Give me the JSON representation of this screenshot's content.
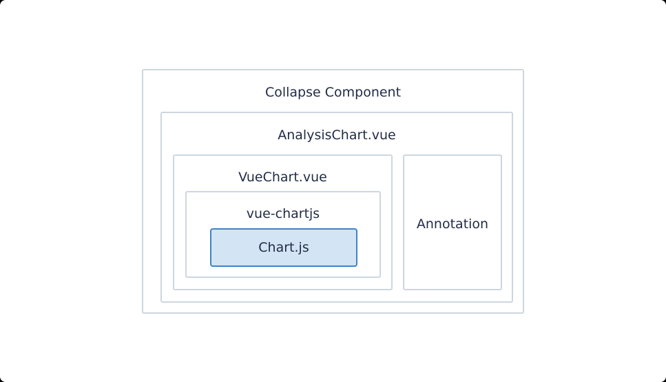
{
  "diagram": {
    "collapse_component": "Collapse Component",
    "analysis_chart": "AnalysisChart.vue",
    "vue_chart": "VueChart.vue",
    "vue_chartjs": "vue-chartjs",
    "chartjs": "Chart.js",
    "annotation": "Annotation"
  },
  "colors": {
    "box_border": "#cdd6df",
    "highlight_border": "#3d83c9",
    "highlight_fill": "#d3e4f4",
    "text": "#1f2a44"
  }
}
